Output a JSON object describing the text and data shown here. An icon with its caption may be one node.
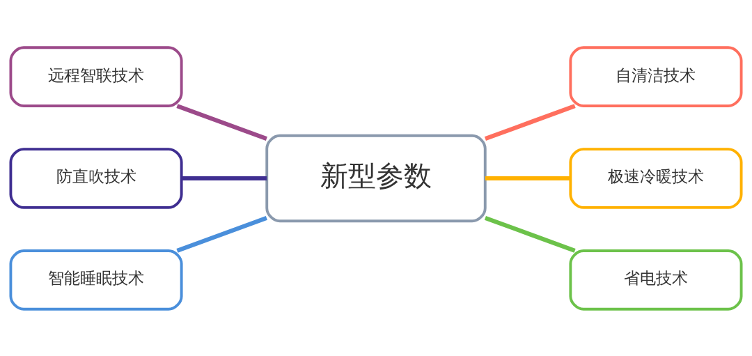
{
  "diagram": {
    "nodes": [
      {
        "text": [
          "新型参数"
        ]
      },
      {
        "text": [
          "远程智联技术"
        ]
      },
      {
        "text": [
          "自清洁技术"
        ]
      },
      {
        "text": [
          "防直吹技术"
        ]
      },
      {
        "text": [
          "极速冷暖技术"
        ]
      },
      {
        "text": [
          "智能睡眠技术"
        ]
      },
      {
        "text": [
          "省电技术"
        ]
      }
    ],
    "edges": [
      {
        "from": 1,
        "to": 0,
        "arrow": "none",
        "color": "#9c4a8a"
      },
      {
        "from": 0,
        "to": 2,
        "arrow": "none",
        "color": "#ff6f5e"
      },
      {
        "from": 3,
        "to": 0,
        "arrow": "none",
        "color": "#3f2e91"
      },
      {
        "from": 0,
        "to": 4,
        "arrow": "none",
        "color": "#ffb100"
      },
      {
        "from": 5,
        "to": 0,
        "arrow": "none",
        "color": "#4a8fdb"
      },
      {
        "from": 0,
        "to": 6,
        "arrow": "none",
        "color": "#6cc24a"
      }
    ]
  }
}
